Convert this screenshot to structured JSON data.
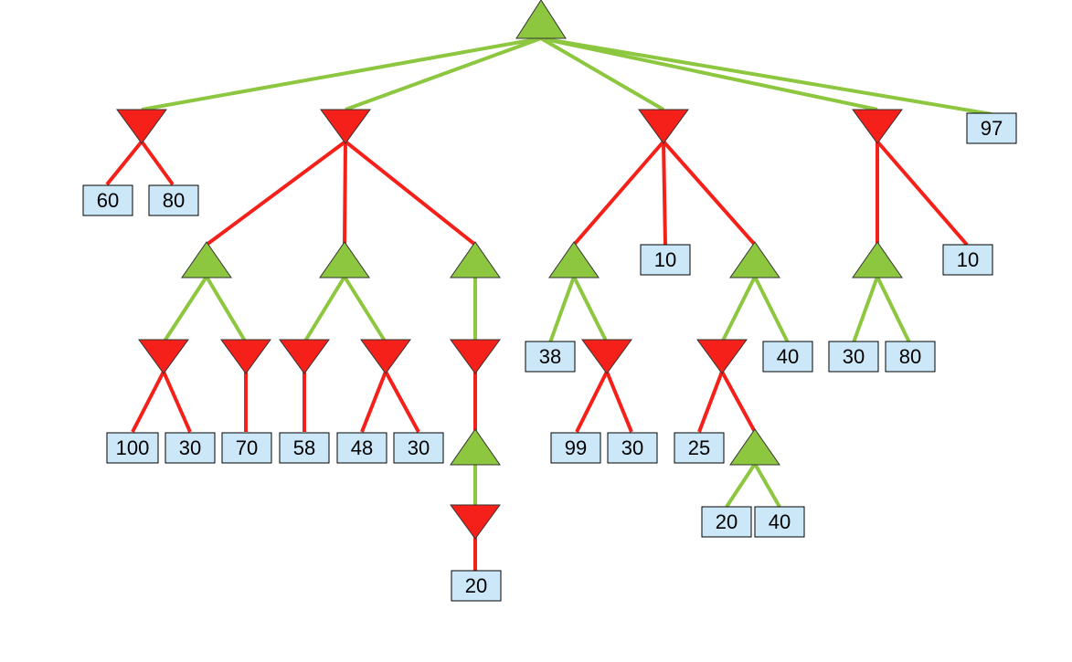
{
  "diagram": {
    "type": "minimax-game-tree",
    "colors": {
      "max_node": "#8dc63f",
      "min_node": "#f5201a",
      "leaf_fill": "#cce8f8",
      "leaf_border": "#000000"
    },
    "legend": {
      "max_node_shape": "triangle-up",
      "min_node_shape": "triangle-down",
      "leaf_shape": "box"
    },
    "leaves": {
      "l1": "60",
      "l2": "80",
      "l3": "97",
      "l4": "10",
      "l5": "10",
      "l6": "38",
      "l7": "40",
      "l8": "30",
      "l9": "80",
      "l10": "100",
      "l11": "30",
      "l12": "70",
      "l13": "58",
      "l14": "48",
      "l15": "30",
      "l16": "99",
      "l17": "30",
      "l18": "25",
      "l19": "20",
      "l20": "40",
      "l21": "20"
    }
  }
}
